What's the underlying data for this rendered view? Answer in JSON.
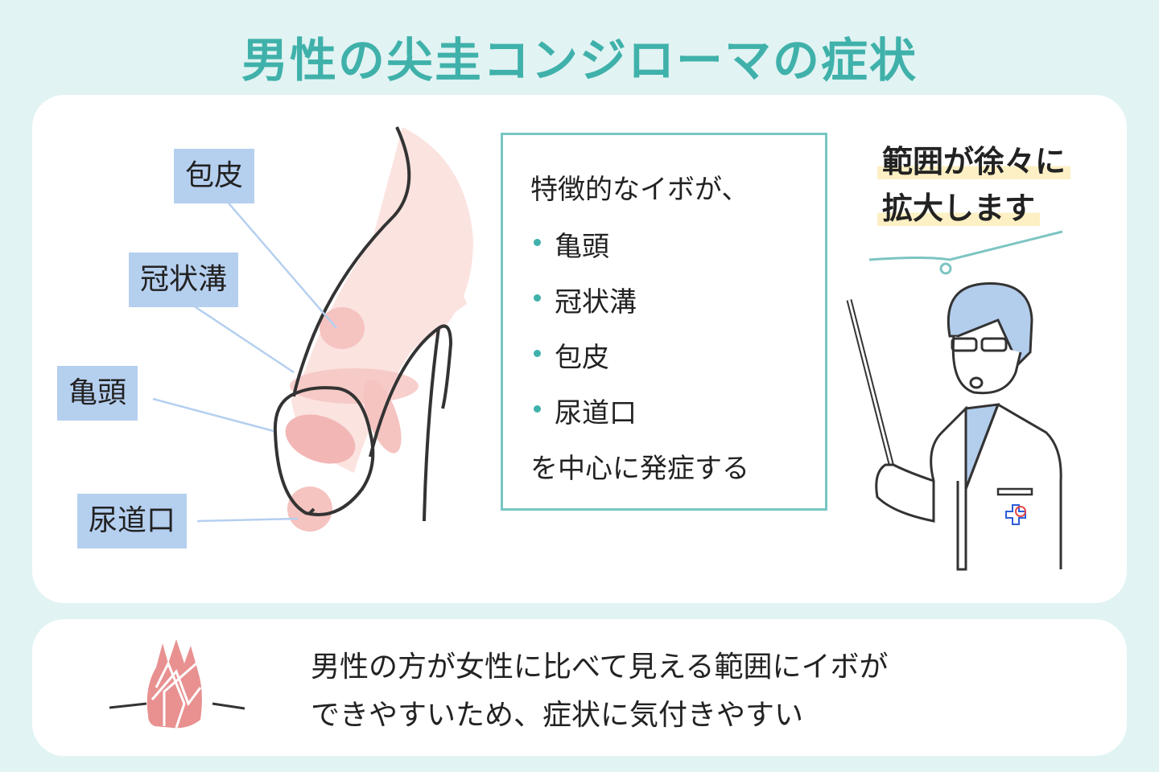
{
  "title": "男性の尖圭コンジローマの症状",
  "diagram": {
    "labels": [
      "包皮",
      "冠状溝",
      "亀頭",
      "尿道口"
    ]
  },
  "textbox": {
    "intro": "特徴的なイボが、",
    "items": [
      "亀頭",
      "冠状溝",
      "包皮",
      "尿道口"
    ],
    "outro": "を中心に発症する"
  },
  "speech": {
    "line1": "範囲が徐々に",
    "line2": "拡大します"
  },
  "bottom": {
    "line1": "男性の方が女性に比べて見える範囲にイボが",
    "line2": "できやすいため、症状に気付きやすい"
  },
  "colors": {
    "accent": "#3fb1aa",
    "label_bg": "#b5cfef",
    "wart": "#e89190",
    "highlight": "#fdf0c4"
  }
}
